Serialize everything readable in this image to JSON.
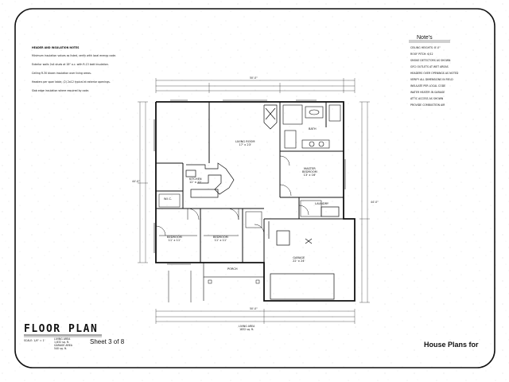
{
  "sheet": {
    "plan_title": "FLOOR PLAN",
    "sheet_number": "Sheet 3 of 8",
    "brand": "House Plans for",
    "scale": "SCALE: 1/4\" = 1'",
    "area_block": [
      "LIVING AREA",
      "1,832 sq. ft.",
      "GARAGE AREA",
      "540 sq. ft."
    ],
    "bottom_area": [
      "LIVING AREA",
      "1832 sq. ft."
    ]
  },
  "notes": {
    "title": "Note's",
    "items": [
      "CEILING HEIGHTS: 8'-0\"",
      "ROOF PITCH: 6/12",
      "SMOKE DETECTORS AS SHOWN",
      "GFCI OUTLETS AT WET AREAS",
      "HEADERS OVER OPENINGS AS NOTED",
      "VERIFY ALL DIMENSIONS IN FIELD",
      "INSULATE PER LOCAL CODE",
      "WATER HEATER IN GARAGE",
      "ATTIC ACCESS AS SHOWN",
      "PROVIDE COMBUSTION AIR"
    ]
  },
  "headers": {
    "title": "HEADER AND INSULATION NOTES",
    "items": [
      "Minimum insulation values as listed, verify with local energy code.",
      "Exterior walls 2x4 studs at 16\" o.c. with R-13 batt insulation.",
      "Ceiling R-30 blown insulation over living areas.",
      "Headers per span table, (2) 2x12 typical at exterior openings.",
      "Slab edge insulation where required by code."
    ]
  },
  "rooms": {
    "living": [
      "LIVING ROOM",
      "17' x 23'"
    ],
    "kitchen": [
      "KITCHEN",
      "12' x 12'"
    ],
    "bath": [
      "BATH",
      ""
    ],
    "master": [
      "MASTER",
      "BEDROOM",
      "13' x 16'"
    ],
    "laundry": [
      "LAUNDRY",
      ""
    ],
    "bedroom1": [
      "BEDROOM",
      "11' x 11'"
    ],
    "bedroom2": [
      "BEDROOM",
      "11' x 11'"
    ],
    "garage": [
      "GARAGE",
      "22' x 24'"
    ],
    "porch": [
      "PORCH",
      ""
    ],
    "wic": [
      "W.I.C.",
      ""
    ]
  },
  "dims": {
    "top": "50'-0\"",
    "bottom": "50'-0\"",
    "left": "44'-0\"",
    "right": "44'-0\""
  }
}
